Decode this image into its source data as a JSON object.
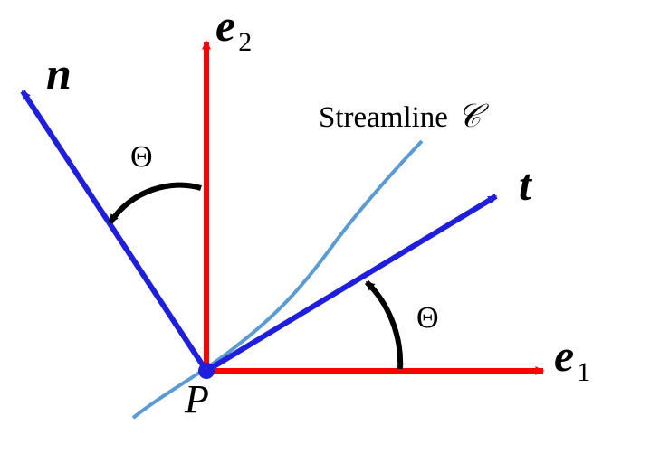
{
  "colors": {
    "basis": "#ff0000",
    "frame": "#1e1edc",
    "streamline": "#5b9bd5",
    "arc": "#000000",
    "point": "#1e1edc"
  },
  "labels": {
    "e1": {
      "main": "e",
      "sub": "1"
    },
    "e2": {
      "main": "e",
      "sub": "2"
    },
    "t": "t",
    "n": "n",
    "theta_upper": "Θ",
    "theta_lower": "Θ",
    "origin": "P",
    "streamline_text": "Streamline",
    "streamline_symbol": "𝒞"
  }
}
